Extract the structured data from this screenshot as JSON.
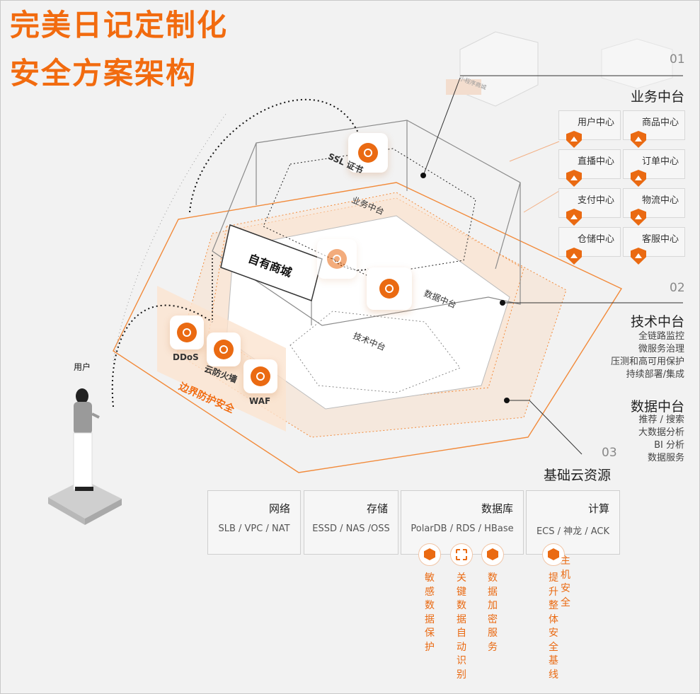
{
  "title_line1": "完美日记定制化",
  "title_line2": "安全方案架构",
  "sections": {
    "s01": {
      "num": "01",
      "title": "业务中台"
    },
    "s02": {
      "num": "02",
      "title": "技术中台",
      "items": [
        "全链路监控",
        "微服务治理",
        "压测和高可用保护",
        "持续部署/集成"
      ]
    },
    "data_center": {
      "title": "数据中台",
      "items": [
        "推荐 / 搜索",
        "大数据分析",
        "BI 分析",
        "数据服务"
      ]
    },
    "s03": {
      "num": "03",
      "title": "基础云资源"
    }
  },
  "business_cards": [
    "用户中心",
    "商品中心",
    "直播中心",
    "订单中心",
    "支付中心",
    "物流中心",
    "仓储中心",
    "客服中心"
  ],
  "resources": [
    {
      "name": "网络",
      "desc": "SLB / VPC / NAT"
    },
    {
      "name": "存储",
      "desc": "ESSD / NAS /OSS"
    },
    {
      "name": "数据库",
      "desc": "PolarDB / RDS / HBase"
    },
    {
      "name": "计算",
      "desc": "ECS / 神龙 / ACK"
    }
  ],
  "features": [
    "敏感数据保护",
    "关键数据自动识别",
    "数据加密服务",
    "提升整体安全基线",
    "主机安全"
  ],
  "diagram": {
    "user_label": "用户",
    "own_mall": "自有商城",
    "ssl": "SSL 证书",
    "layer_business": "业务中台",
    "layer_data": "数据中台",
    "layer_tech": "技术中台",
    "boundary": "边界防护安全",
    "ddos": "DDoS",
    "firewall": "云防火墙",
    "waf": "WAF",
    "mini_tag": "小程序商城"
  },
  "colors": {
    "accent": "#f26b0f",
    "accent_dark": "#ea6a12",
    "line": "#333333"
  }
}
